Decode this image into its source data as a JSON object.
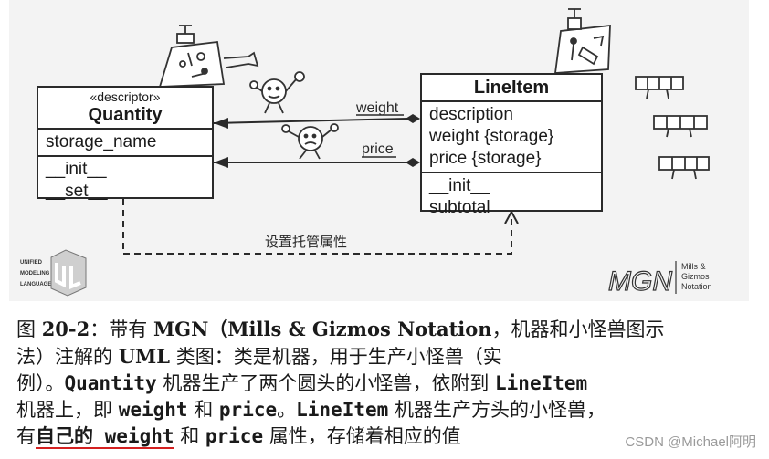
{
  "figure": {
    "quantity_class": {
      "stereotype": "«descriptor»",
      "name": "Quantity",
      "attributes": [
        "storage_name"
      ],
      "methods": [
        "__init__",
        "__set__"
      ]
    },
    "lineitem_class": {
      "name": "LineItem",
      "attributes": [
        "description",
        "weight {storage}",
        "price {storage}"
      ],
      "methods": [
        "__init__",
        "subtotal"
      ]
    },
    "associations": [
      "weight",
      "price"
    ],
    "dependency_label": "设置托管属性",
    "uml_logo_text": [
      "UNIFIED",
      "MODELING",
      "LANGUAGE"
    ],
    "mgn_logo": {
      "mark": "MGN",
      "text": [
        "Mills &",
        "Gizmos",
        "Notation"
      ]
    }
  },
  "caption": {
    "line1": {
      "lead": "图 ",
      "num": "20-2",
      "colon": "：带有 ",
      "mgn": "MGN（Mills & Gizmos Notation",
      "rest": "，机器和小怪兽图示"
    },
    "line2": {
      "a": "法）注解的 ",
      "uml": "UML",
      "b": " 类图：类是机器，用于生产小怪兽（实"
    },
    "line3": {
      "a": "例）。",
      "quantity": "Quantity",
      "b": " 机器生产了两个圆头的小怪兽，依附到 ",
      "lineitem": "LineItem"
    },
    "line4": {
      "a": "机器上，即 ",
      "weight": "weight",
      "b": " 和 ",
      "price": "price",
      "c": "。",
      "lineitem": "LineItem",
      "d": " 机器生产方头的小怪兽，"
    },
    "line5": {
      "a": "有",
      "underlined": "自己的 weight",
      "b": " 和 ",
      "price": "price",
      "c": " 属性，存储着相应的值"
    }
  },
  "watermark": "CSDN @Michael阿明"
}
